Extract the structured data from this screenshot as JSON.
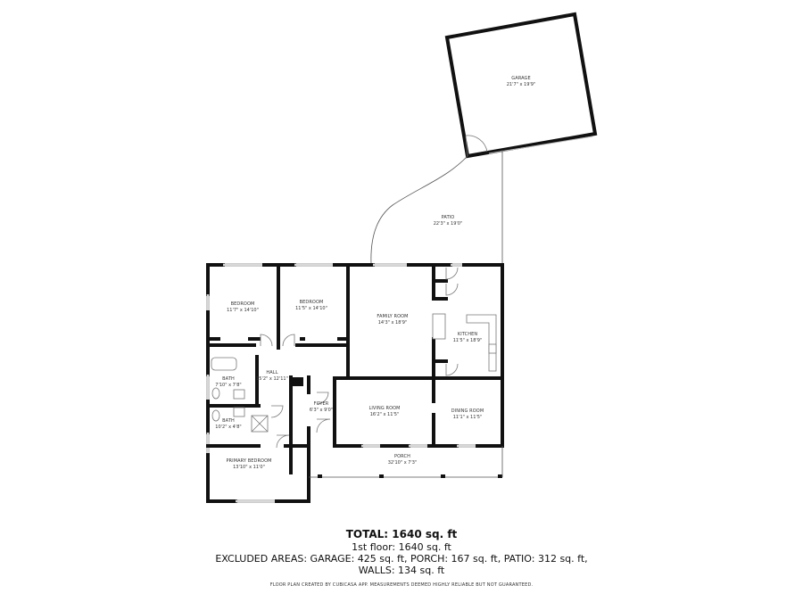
{
  "rooms": {
    "garage": {
      "name": "GARAGE",
      "dims": "21'7\" x 19'9\""
    },
    "patio": {
      "name": "PATIO",
      "dims": "22'3\" x 19'0\""
    },
    "bedroom1": {
      "name": "BEDROOM",
      "dims": "11'7\" x 14'10\""
    },
    "bedroom2": {
      "name": "BEDROOM",
      "dims": "11'5\" x 14'10\""
    },
    "family_room": {
      "name": "FAMILY ROOM",
      "dims": "14'3\" x 18'9\""
    },
    "kitchen": {
      "name": "KITCHEN",
      "dims": "11'5\" x 18'9\""
    },
    "bath1": {
      "name": "BATH",
      "dims": "7'10\" x 7'8\""
    },
    "hall": {
      "name": "HALL",
      "dims": "15'2\" x 12'11\""
    },
    "foyer": {
      "name": "FOYER",
      "dims": "6'3\" x 9'0\""
    },
    "bath2": {
      "name": "BATH",
      "dims": "10'2\" x 4'8\""
    },
    "living_room": {
      "name": "LIVING ROOM",
      "dims": "16'2\" x 11'5\""
    },
    "dining_room": {
      "name": "DINING ROOM",
      "dims": "11'1\" x 11'5\""
    },
    "porch": {
      "name": "PORCH",
      "dims": "32'10\" x 7'3\""
    },
    "primary_bedroom": {
      "name": "PRIMARY BEDROOM",
      "dims": "13'10\" x 11'0\""
    }
  },
  "summary": {
    "total": "TOTAL: 1640 sq. ft",
    "first_floor": "1st floor: 1640 sq. ft",
    "excluded": "EXCLUDED AREAS: GARAGE: 425 sq. ft, PORCH: 167 sq. ft, PATIO: 312 sq. ft,",
    "walls": "WALLS: 134 sq. ft",
    "credit": "FLOOR PLAN CREATED BY CUBICASA APP. MEASUREMENTS DEEMED HIGHLY RELIABLE BUT NOT GUARANTEED."
  }
}
